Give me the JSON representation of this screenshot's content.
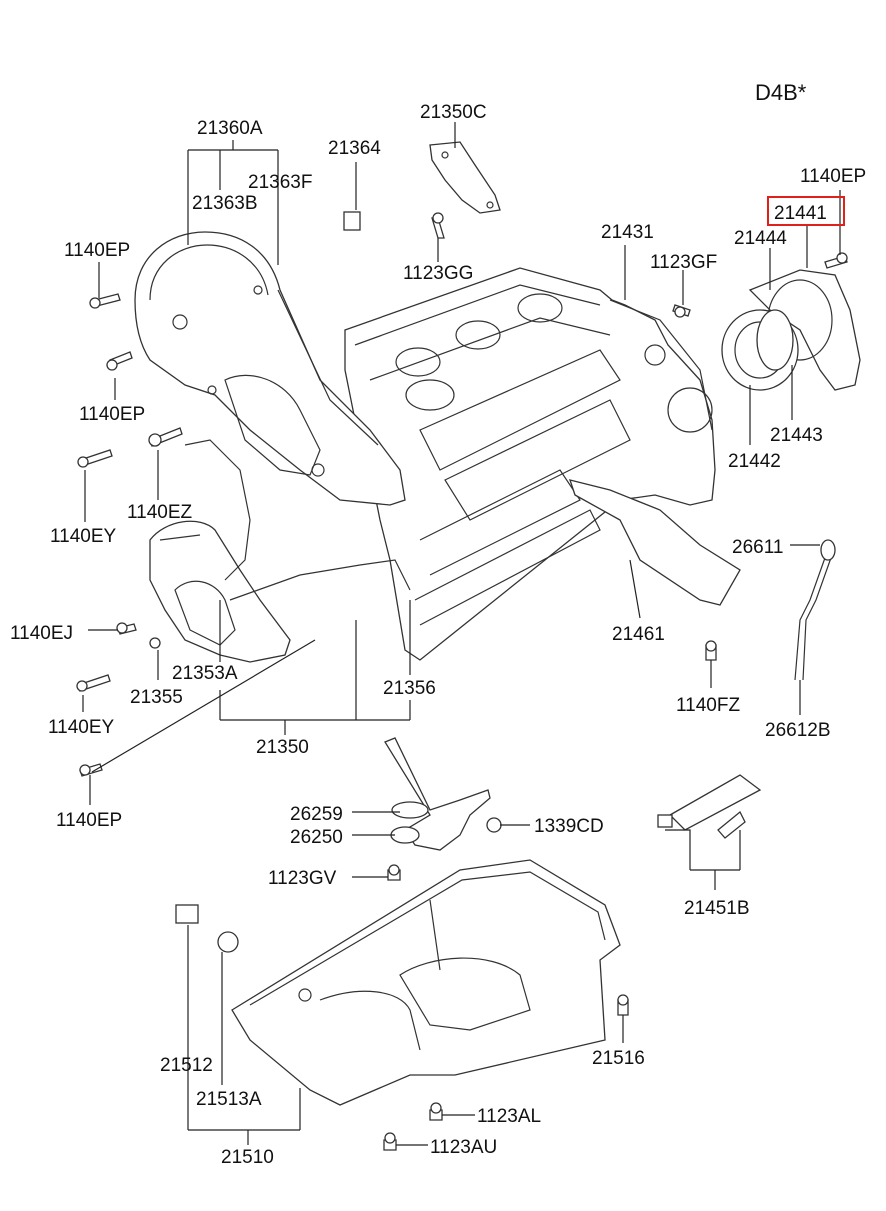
{
  "diagram": {
    "model_code": "D4B*",
    "highlight_color": "#e0201a",
    "highlighted_part": "21441",
    "labels": {
      "p21360A": "21360A",
      "p21363F": "21363F",
      "p21363B": "21363B",
      "p21364": "21364",
      "p21350C": "21350C",
      "p1123GG": "1123GG",
      "p1140EP_a": "1140EP",
      "p1140EP_b": "1140EP",
      "p1140EP_c": "1140EP",
      "p1140EP_d": "1140EP",
      "p1140EZ": "1140EZ",
      "p1140EY_a": "1140EY",
      "p1140EY_b": "1140EY",
      "p1140EJ": "1140EJ",
      "p21355": "21355",
      "p21353A": "21353A",
      "p21356": "21356",
      "p21350": "21350",
      "p21431": "21431",
      "p1123GF": "1123GF",
      "p21441": "21441",
      "p21444": "21444",
      "p21443": "21443",
      "p21442": "21442",
      "p26611": "26611",
      "p21461": "21461",
      "p1140FZ": "1140FZ",
      "p26612B": "26612B",
      "p26259": "26259",
      "p26250": "26250",
      "p1339CD": "1339CD",
      "p1123GV": "1123GV",
      "p21451B": "21451B",
      "p21512": "21512",
      "p21513A": "21513A",
      "p21510": "21510",
      "p21516": "21516",
      "p1123AL": "1123AL",
      "p1123AU": "1123AU"
    }
  }
}
